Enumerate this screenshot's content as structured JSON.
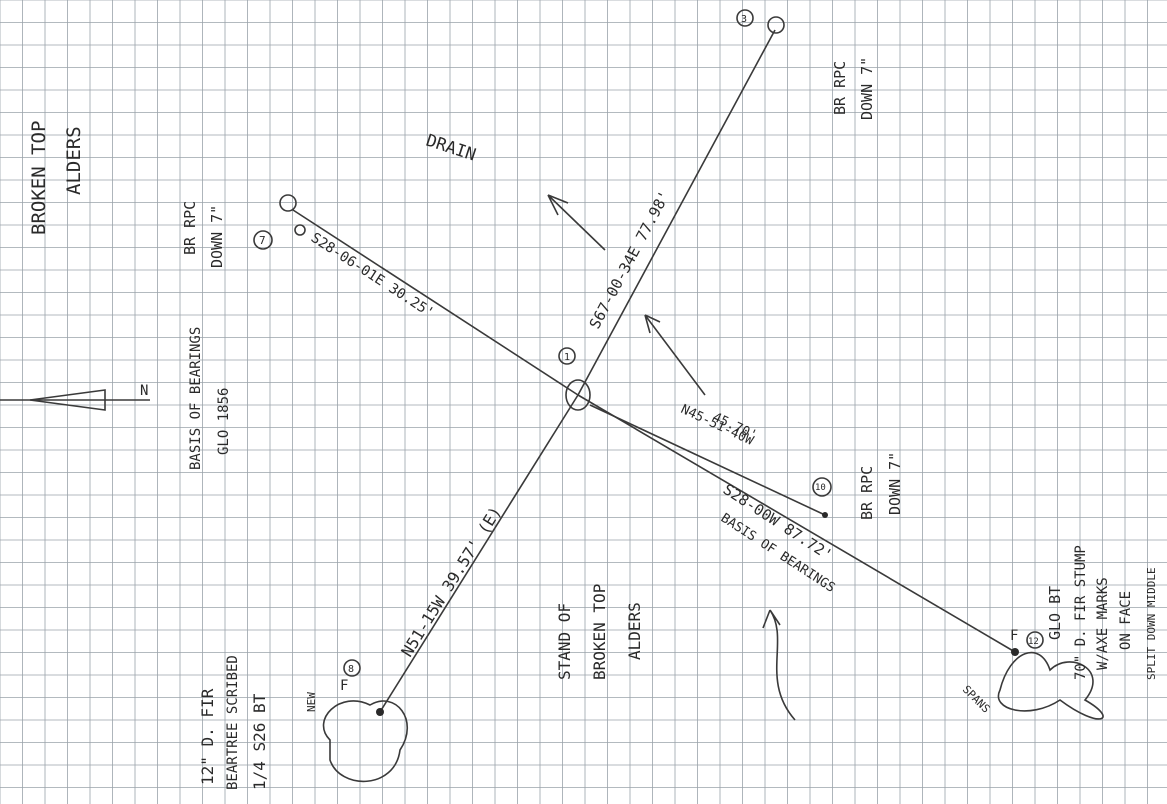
{
  "labels": {
    "top_left_note_1": "BROKEN TOP",
    "top_left_note_2": "ALDERS",
    "basis_1": "BASIS OF BEARINGS",
    "basis_2": "GLO 1856",
    "br_rpc_left_1": "BR RPC",
    "br_rpc_left_2": "DOWN 7\"",
    "br_rpc_right_1": "BR RPC",
    "br_rpc_right_2": "DOWN 7\"",
    "br_rpc_mid_1": "BR RPC",
    "br_rpc_mid_2": "DOWN 7\"",
    "drain": "DRAIN",
    "bearing_ne": "S67-00-34E 77.98'",
    "bearing_nw": "S28-06-01E 30.25'",
    "bearing_sw": "N51-15W 39.57' (E)",
    "bearing_se_1": "N45-51-40W",
    "bearing_se_2": "45.70'",
    "bearing_basis_1": "BASIS OF BEARINGS",
    "bearing_basis_2": "S28-00W 87.72'",
    "stand_1": "STAND OF",
    "stand_2": "BROKEN TOP",
    "stand_3": "ALDERS",
    "fir_left_1": "12\" D. FIR",
    "fir_left_2": "BEARTREE SCRIBED",
    "fir_left_3": "1/4 S26 BT",
    "glo_1": "GLO BT",
    "glo_2": "70\" D. FIR STUMP",
    "glo_3": "W/AXE MARKS",
    "glo_4": "ON FACE",
    "glo_5": "SPLIT DOWN MIDDLE",
    "new": "NEW",
    "spans": "SPANS",
    "f_left": "F",
    "f_right": "F",
    "pt_1": "1",
    "pt_7": "7",
    "pt_3": "3",
    "pt_10": "10",
    "pt_12": "12",
    "pt_8": "8",
    "north_mark": "N"
  },
  "colors": {
    "ink": "#2a2a2a",
    "grid": "#9aa3aa",
    "paper": "#ffffff"
  }
}
